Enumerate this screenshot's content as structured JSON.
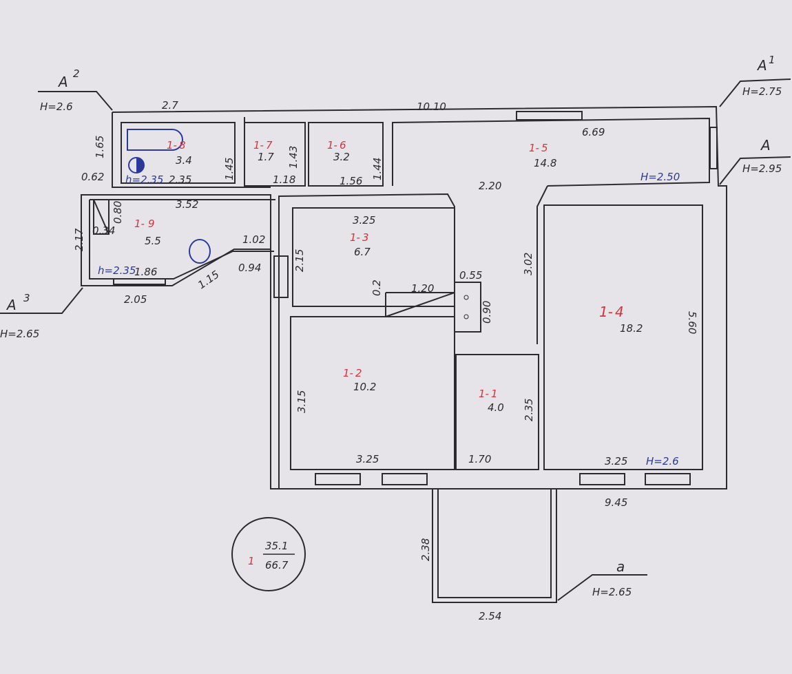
{
  "colors": {
    "ink": "#2a2a30",
    "red": "#d8323c",
    "blue": "#2b3a9a",
    "paper": "#e6e4e8"
  },
  "summary": {
    "apartment": "1",
    "living_area": "35.1",
    "total_area": "66.7"
  },
  "rooms": [
    {
      "prefix": "1-",
      "number": "1",
      "area": "4.0"
    },
    {
      "prefix": "1-",
      "number": "2",
      "area": "10.2"
    },
    {
      "prefix": "1-",
      "number": "3",
      "area": "6.7"
    },
    {
      "prefix": "1-",
      "number": "4",
      "area": "18.2"
    },
    {
      "prefix": "1-",
      "number": "5",
      "area": "14.8"
    },
    {
      "prefix": "1-",
      "number": "6",
      "area": "3.2"
    },
    {
      "prefix": "1-",
      "number": "7",
      "area": "1.7"
    },
    {
      "prefix": "1-",
      "number": "8",
      "area": "3.4"
    },
    {
      "prefix": "1-",
      "number": "9",
      "area": "5.5"
    }
  ],
  "sections": [
    {
      "name": "A1",
      "label": "A",
      "sup": "1",
      "height": "H=2.75"
    },
    {
      "name": "A",
      "label": "A",
      "sup": "",
      "height": "H=2.95"
    },
    {
      "name": "A2",
      "label": "A",
      "sup": "2",
      "height": "H=2.6"
    },
    {
      "name": "A3",
      "label": "A",
      "sup": "3",
      "height": "H=2.65"
    },
    {
      "name": "a",
      "label": "a",
      "sup": "",
      "height": "H=2.65"
    }
  ],
  "ceiling_heights": {
    "room8": "h=2.35",
    "room9": "h=2.35",
    "room5": "H=2.50",
    "room4": "H=2.6"
  },
  "dimensions": {
    "top_outer": "10.10",
    "bath_top": "2.7",
    "corridor_len": "6.69",
    "bath_left": "1.65",
    "bath_w": "2.35",
    "bath_h": "1.45",
    "niche": "0.62",
    "r7_h": "1.43",
    "r7_w": "1.18",
    "r6_w": "1.56",
    "r6_h": "1.44",
    "r9_len": "3.52",
    "r9_closet_h": "0.80",
    "r9_closet_w": "0.34",
    "r9_h": "2.17",
    "r9_bottom": "1.86",
    "r9_outer": "2.05",
    "r9_diag": "1.15",
    "pass_w": "1.02",
    "pass_h": "0.94",
    "r3_w": "3.25",
    "r3_h": "2.15",
    "shelf_h": "0.2",
    "shelf_w": "1.20",
    "stove_w": "0.55",
    "stove_h": "0.90",
    "corr_w": "2.20",
    "corr_h": "3.02",
    "r4_h": "5.60",
    "r2_h": "3.15",
    "r2_w": "3.25",
    "r1_w": "1.70",
    "r1_h": "2.35",
    "r4_w": "3.25",
    "bottom_outer": "9.45",
    "balc_h": "2.38",
    "balc_w": "2.54"
  }
}
